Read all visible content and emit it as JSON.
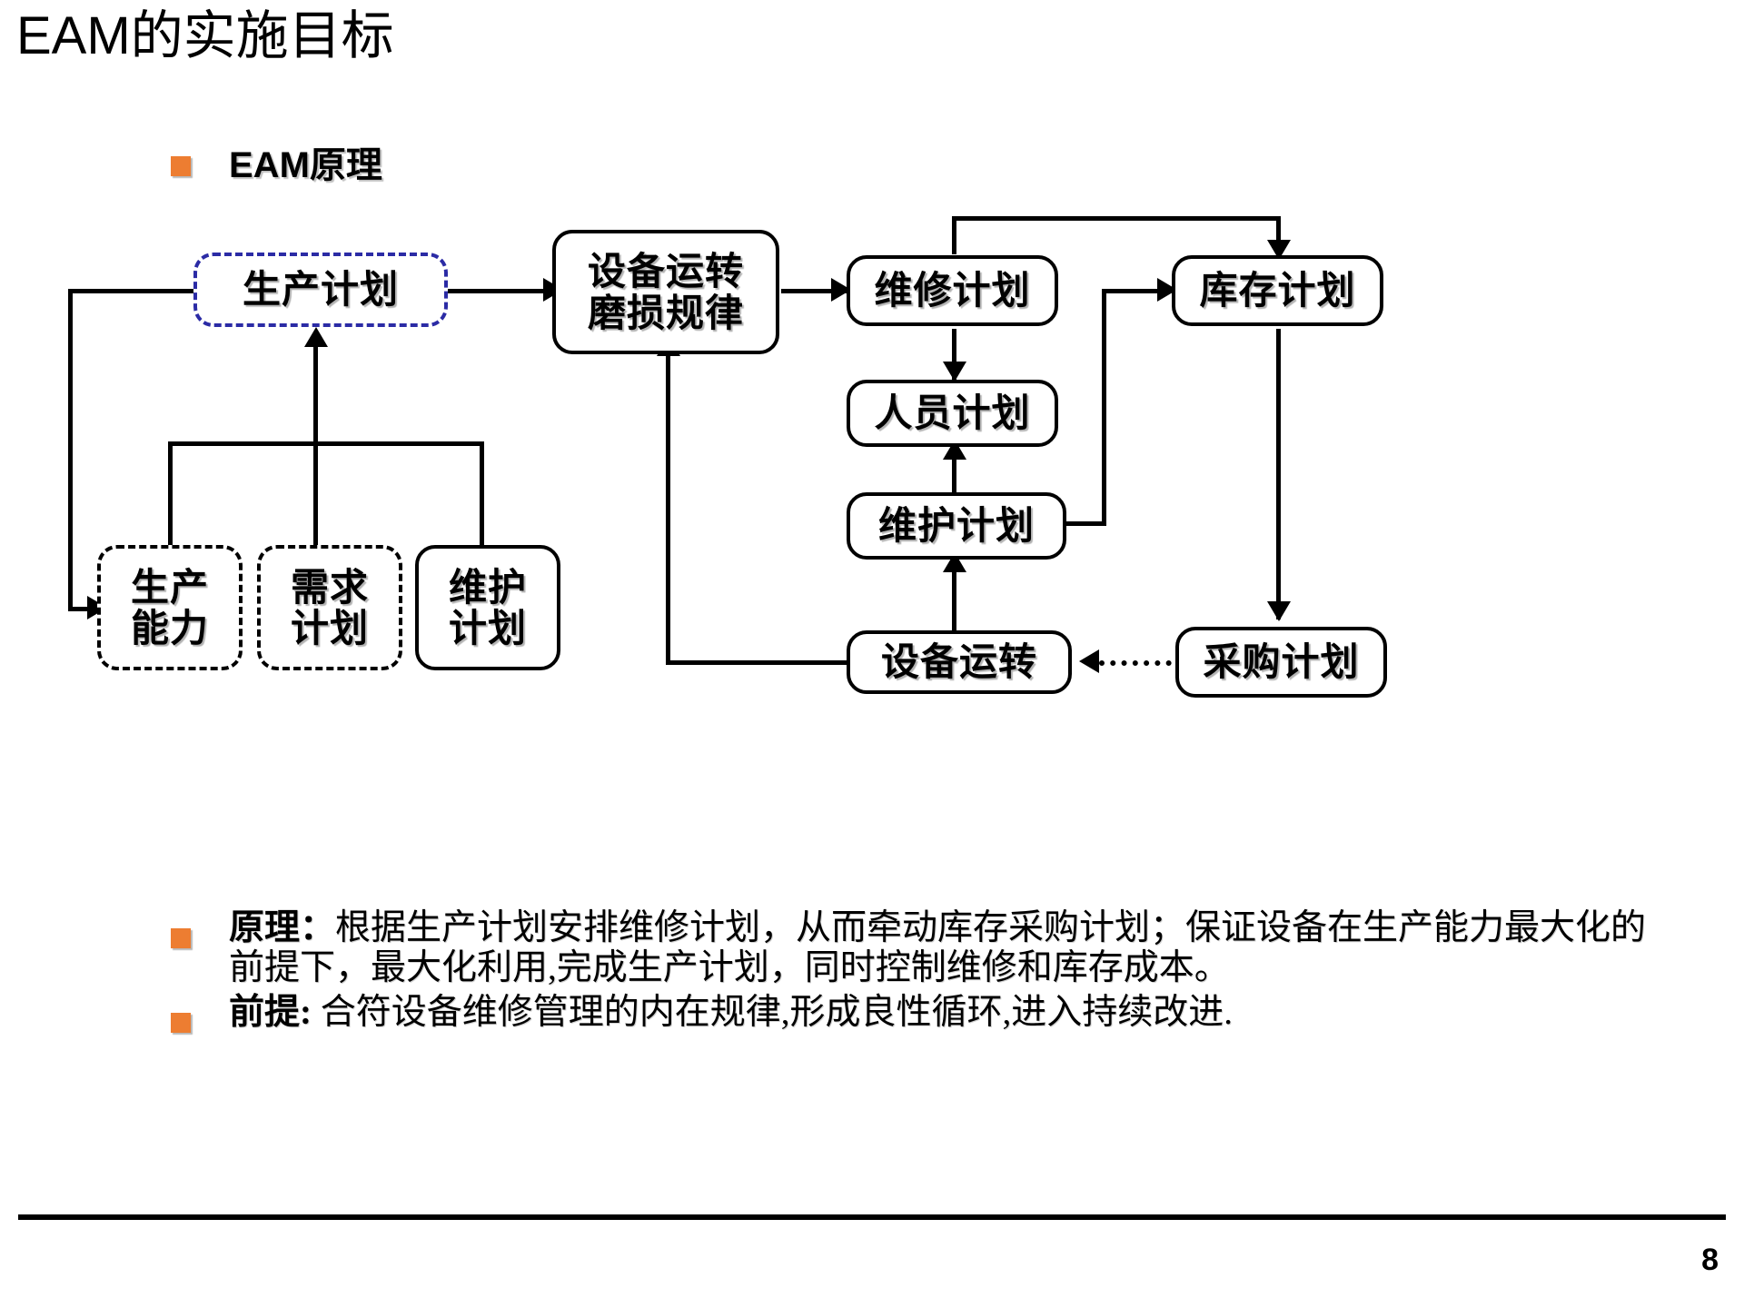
{
  "slide": {
    "title": "EAM的实施目标",
    "page_number": "8"
  },
  "bullets": {
    "heading": "EAM原理",
    "bullet_color": "#ED7D31"
  },
  "diagram": {
    "nodes": [
      {
        "id": "production-plan",
        "label": "生产计划",
        "border": "dashed-blue"
      },
      {
        "id": "equipment-wear",
        "label": "设备运转\n磨损规律",
        "border": "solid"
      },
      {
        "id": "repair-plan",
        "label": "维修计划",
        "border": "solid"
      },
      {
        "id": "inventory-plan",
        "label": "库存计划",
        "border": "solid"
      },
      {
        "id": "personnel-plan",
        "label": "人员计划",
        "border": "solid"
      },
      {
        "id": "maintenance-plan",
        "label": "维护计划",
        "border": "solid"
      },
      {
        "id": "equipment-operation",
        "label": "设备运转",
        "border": "solid"
      },
      {
        "id": "purchase-plan",
        "label": "采购计划",
        "border": "solid"
      },
      {
        "id": "production-capacity",
        "label": "生产\n能力",
        "border": "dashed-black"
      },
      {
        "id": "demand-plan",
        "label": "需求\n计划",
        "border": "dashed-black"
      },
      {
        "id": "maintenance-plan-2",
        "label": "维护\n计划",
        "border": "solid"
      }
    ]
  },
  "notes": [
    {
      "id": "principle",
      "lead": "原理：",
      "body": "根据生产计划安排维修计划，从而牵动库存采购计划；保证设备在生产能力最大化的前提下，最大化利用,完成生产计划，同时控制维修和库存成本。"
    },
    {
      "id": "premise",
      "lead": "前提:",
      "body": " 合符设备维修管理的内在规律,形成良性循环,进入持续改进."
    }
  ]
}
